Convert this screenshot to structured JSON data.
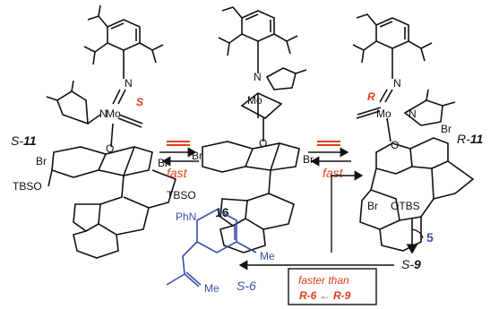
{
  "colors": {
    "ink": "#111111",
    "accent_red": "#e0401a",
    "accent_blue": "#3a50a8"
  },
  "labels": {
    "fast_left": "fast",
    "fast_right": "fast",
    "compound_16": "16",
    "s11_prefix": "S-",
    "s11_num": "11",
    "r11_prefix": "R-",
    "r11_num": "11",
    "s9_prefix": "S-",
    "s9_num": "9",
    "reagent_5": "5",
    "s6": "S-6",
    "faster_than": "faster than",
    "r6_line": "R-6 ← R-9",
    "stereo_s": "S",
    "stereo_r": "R",
    "br": "Br",
    "tbso": "TBSO",
    "otbs": "OTBS",
    "n": "N",
    "mo": "Mo",
    "o": "O",
    "ph_n": "PhN",
    "me": "Me"
  }
}
